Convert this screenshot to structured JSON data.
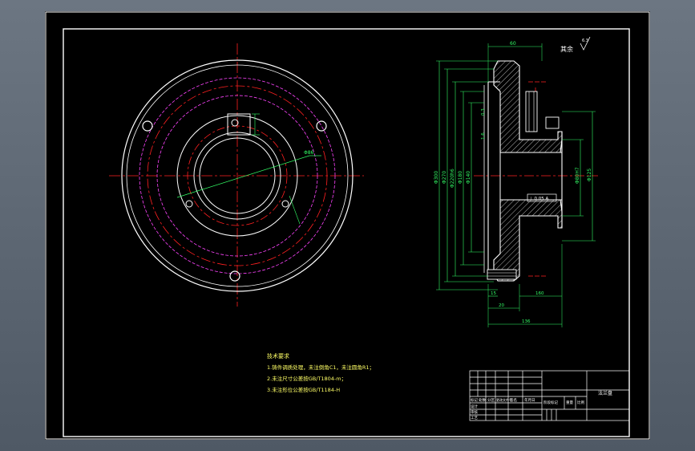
{
  "drawing": {
    "surface_finish_label": "其余",
    "surface_finish_value": "6.3",
    "tech_req_title": "技术要求",
    "tech_req_items": [
      "1.铸件调质处理，未注倒角C1，未注圆角R1；",
      "2.未注尺寸公差按GB/T1804-m；",
      "3.未注形位公差按GB/T1184-H"
    ],
    "dimensions": {
      "top_width": "60",
      "bottom_1": "15",
      "bottom_2": "20",
      "bottom_3": "160",
      "bottom_total": "136",
      "bolt_circle": "Φ86",
      "diameters_left": [
        "Φ300",
        "Φ270",
        "Φ220h6",
        "Φ180",
        "Φ140"
      ],
      "diameters_right": [
        "Φ80H7",
        "Φ125"
      ],
      "tolerance_frame": "⊥ 0.05 A",
      "face_values": [
        "0.3",
        "1.6"
      ]
    },
    "title_block": {
      "part_name": "法兰盘",
      "row_labels": [
        "设计",
        "审核",
        "工艺"
      ],
      "column_labels": [
        "标记",
        "处数",
        "分区",
        "更改文件号",
        "签名",
        "年月日"
      ],
      "info_labels": [
        "阶段标记",
        "重量",
        "比例"
      ]
    },
    "colors": {
      "outline": "#ffffff",
      "centerline": "#ff2020",
      "dimension": "#33ff66",
      "hidden": "#ff44ff",
      "text": "#ffffff",
      "hatch": "#ffffff"
    }
  }
}
